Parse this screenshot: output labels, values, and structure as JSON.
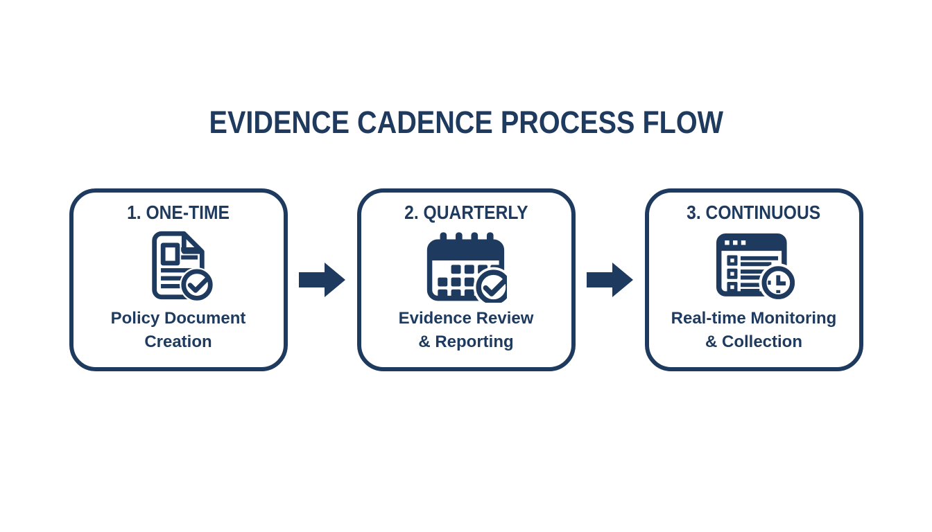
{
  "page": {
    "background_color": "#ffffff",
    "accent_color": "#1e3a5e"
  },
  "title": {
    "text": "EVIDENCE CADENCE PROCESS FLOW"
  },
  "steps": [
    {
      "heading": "1. ONE-TIME",
      "label_line1": "Policy Document",
      "label_line2": "Creation",
      "icon": "document-check-icon"
    },
    {
      "heading": "2. QUARTERLY",
      "label_line1": "Evidence Review",
      "label_line2": "& Reporting",
      "icon": "calendar-check-icon"
    },
    {
      "heading": "3. CONTINUOUS",
      "label_line1": "Real-time Monitoring",
      "label_line2": "& Collection",
      "icon": "window-checklist-clock-icon"
    }
  ],
  "connectors": {
    "icon": "right-arrow-icon",
    "count": 2
  }
}
